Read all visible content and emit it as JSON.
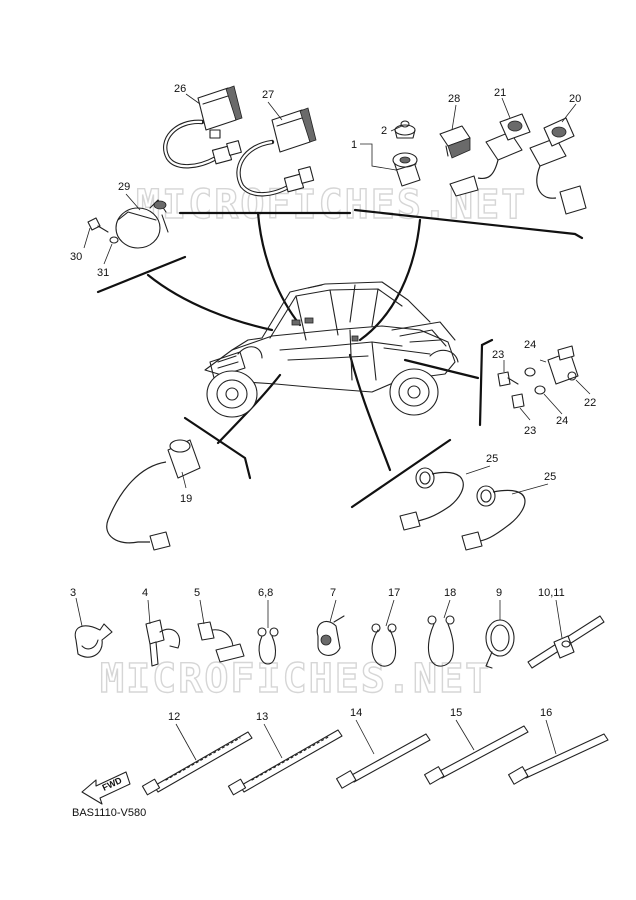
{
  "watermark_text": "MICROFICHES.NET",
  "drawing_code": "BAS1110-V580",
  "fwd_label": "FWD",
  "callouts": {
    "c1": "1",
    "c2": "2",
    "c3": "3",
    "c4": "4",
    "c5": "5",
    "c6_8": "6,8",
    "c7": "7",
    "c9": "9",
    "c10_11": "10,11",
    "c12": "12",
    "c13": "13",
    "c14": "14",
    "c15": "15",
    "c16": "16",
    "c17": "17",
    "c18": "18",
    "c19": "19",
    "c20": "20",
    "c21": "21",
    "c22": "22",
    "c23a": "23",
    "c23b": "23",
    "c24a": "24",
    "c24b": "24",
    "c25a": "25",
    "c25b": "25",
    "c26": "26",
    "c27": "27",
    "c28": "28",
    "c29": "29",
    "c30": "30",
    "c31": "31"
  }
}
